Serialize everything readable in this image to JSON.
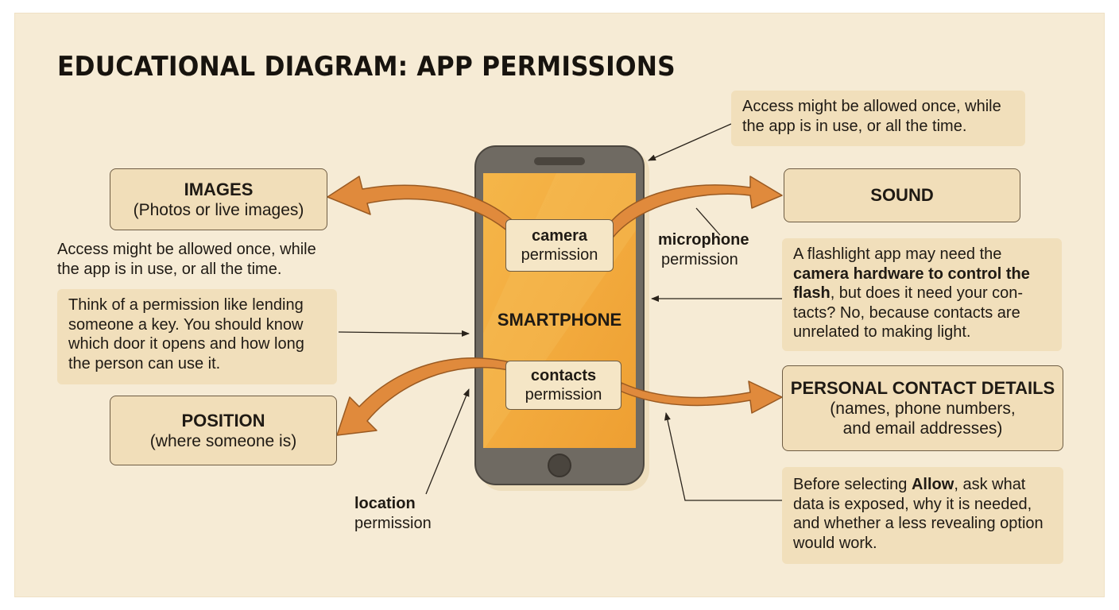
{
  "title": "EDUCATIONAL DIAGRAM: APP PERMISSIONS",
  "phone_label": "SMARTPHONE",
  "boxes": {
    "images": {
      "heading": "IMAGES",
      "sub": "(Photos or live images)"
    },
    "sound": {
      "heading": "SOUND"
    },
    "position": {
      "heading": "POSITION",
      "sub": "(where someone is)"
    },
    "contact_details": {
      "heading": "PERSONAL CONTACT DETAILS",
      "sub1": "(names, phone numbers,",
      "sub2": "and email addresses)"
    }
  },
  "permissions": {
    "camera": {
      "name": "camera",
      "word": "permission"
    },
    "microphone": {
      "name": "microphone",
      "word": "permission"
    },
    "contacts": {
      "name": "contacts",
      "word": "permission"
    },
    "location": {
      "name": "location",
      "word": "permission"
    }
  },
  "notes": {
    "access_top": [
      "Access might be allowed once, while",
      "the app is in use, or all the time."
    ],
    "access_left": [
      "Access might be allowed once, while",
      "the app is in use, or all the time."
    ],
    "key_analogy": [
      "Think of a permission like lending",
      "someone a key. You should know",
      "which door it opens and how long",
      "the person can use it."
    ],
    "flashlight": {
      "line1": "A flashlight app may need the",
      "bold1": "camera hardware to control the",
      "bold2": "flash",
      "rest2": ", but does it need your con-",
      "line3": "tacts? No, because contacts are",
      "line4": "unrelated to making light."
    },
    "allow": {
      "pre": "Before selecting ",
      "bold": "Allow",
      "post": ", ask what",
      "line2": "data is exposed, why it is needed,",
      "line3": "and whether a less revealing option",
      "line4": "would work."
    }
  },
  "colors": {
    "background": "#f6ebd5",
    "box_fill": "#f1deb9",
    "arrow": "#e08a3c",
    "phone_screen": "#f2a93b",
    "phone_body": "#6e6a63"
  }
}
